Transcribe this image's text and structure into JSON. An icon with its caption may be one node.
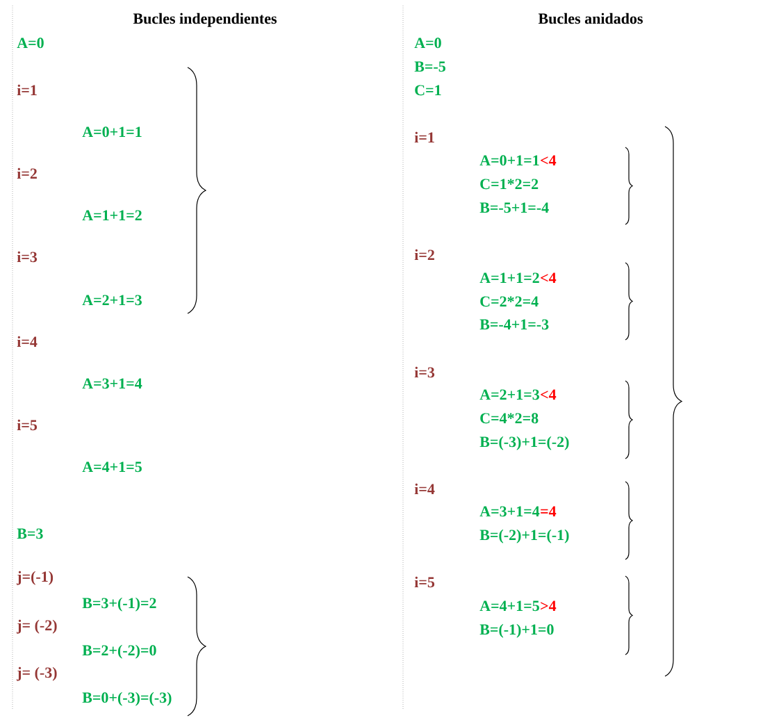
{
  "diagram": {
    "labels": [
      "Bucles independientes",
      "A=0",
      "i=1",
      "A=0+1=1",
      "i=2",
      "A=1+1=2",
      "i=3",
      "A=2+1=3",
      "i=4",
      "A=3+1=4",
      "i=5",
      "A=4+1=5",
      "B=3",
      "j=(-1)",
      "B=3+(-1)=2",
      "j= (-2)",
      "B=2+(-2)=0",
      "j= (-3)",
      "B=0+(-3)=(-3)",
      "Bucles anidados",
      "A=0",
      "B=-5",
      "C=1",
      "i=1",
      "A=0+1=1",
      "<4",
      "C=1*2=2",
      "B=-5+1=-4",
      "i=2",
      "A=1+1=2",
      "<4",
      "C=2*2=4",
      "B=-4+1=-3",
      "i=3",
      "A=2+1=3",
      "<4",
      "C=4*2=8",
      "B=(-3)+1=(-2)",
      "i=4",
      "A=3+1=4",
      "=4",
      "B=(-2)+1=(-1)",
      "i=5",
      "A=4+1=5",
      ">4",
      "B=(-1)+1=0"
    ]
  }
}
